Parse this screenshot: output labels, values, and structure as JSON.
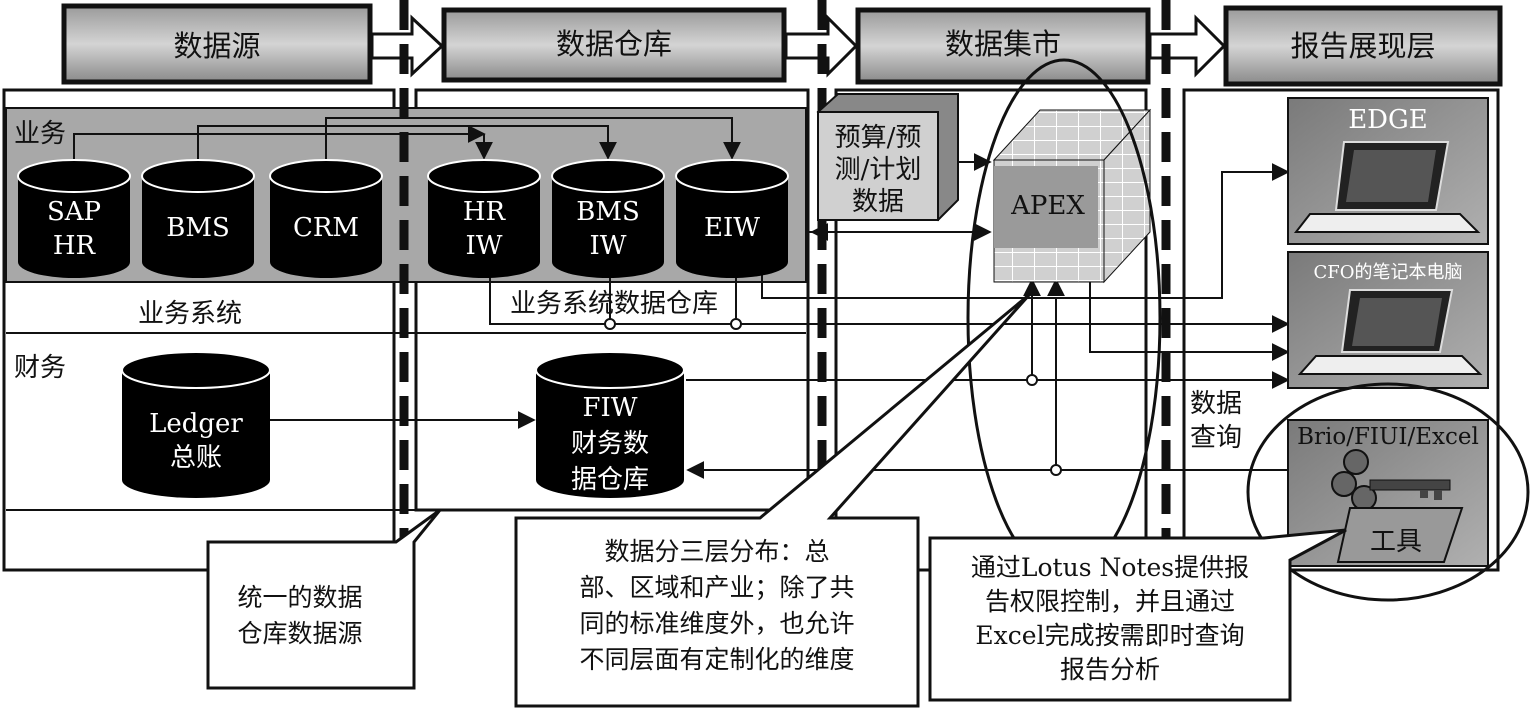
{
  "headers": [
    "数据源",
    "数据仓库",
    "数据集市",
    "报告展现层"
  ],
  "business": {
    "title": "业务",
    "system_label": "业务系统",
    "dw_label": "业务系统数据仓库",
    "databases": [
      {
        "line1": "SAP",
        "line2": "HR"
      },
      {
        "line1": "BMS",
        "line2": ""
      },
      {
        "line1": "CRM",
        "line2": ""
      },
      {
        "line1": "HR",
        "line2": "IW"
      },
      {
        "line1": "BMS",
        "line2": "IW"
      },
      {
        "line1": "EIW",
        "line2": ""
      }
    ]
  },
  "finance": {
    "title": "财务",
    "ledger": {
      "line1": "Ledger",
      "line2": "总账"
    },
    "fiw": {
      "line1": "FIW",
      "line2": "财务数",
      "line3": "据仓库"
    }
  },
  "budget": {
    "lines": [
      "预算/预",
      "测/计划",
      "数据"
    ]
  },
  "apex": {
    "label": "APEX"
  },
  "query_label": {
    "lines": [
      "数据",
      "查询"
    ]
  },
  "reports": [
    {
      "label": "EDGE"
    },
    {
      "label": "CFO的笔记本电脑"
    },
    {
      "label": "Brio/FIUI/Excel",
      "tool": "工具"
    }
  ],
  "callouts": {
    "left": [
      "统一的数据",
      "仓库数据源"
    ],
    "middle": [
      "数据分三层分布：总",
      "部、区域和产业；除了共",
      "同的标准维度外，也允许",
      "不同层面有定制化的维度"
    ],
    "right": [
      "通过Lotus Notes提供报",
      "告权限控制，并且通过",
      "Excel完成按需即时查询",
      "报告分析"
    ]
  }
}
